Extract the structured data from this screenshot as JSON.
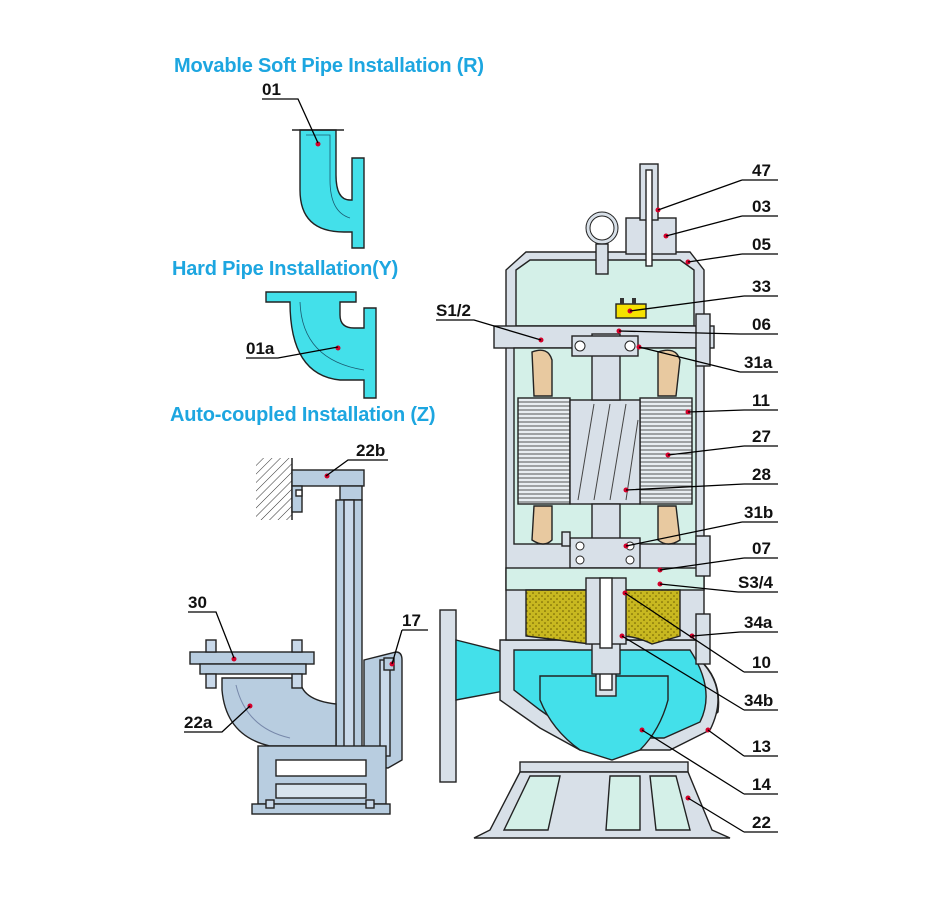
{
  "headings": {
    "movable": "Movable Soft Pipe Installation (R)",
    "hard": "Hard Pipe  Installation(Y)",
    "auto": "Auto-coupled Installation (Z)"
  },
  "colors": {
    "heading": "#1da6e0",
    "water": "#43e0ea",
    "housing": "#d8e0e8",
    "motor_air": "#d4f0e8",
    "winding": "#e8c9a0",
    "oil": "#c8b820",
    "bracket": "#b8cde0",
    "marker": "#d4002a"
  },
  "labels": {
    "l01": "01",
    "l01a": "01a",
    "l22b": "22b",
    "l30": "30",
    "l17": "17",
    "l22a": "22a",
    "l47": "47",
    "l03": "03",
    "l05": "05",
    "l33": "33",
    "lS12": "S1/2",
    "l06": "06",
    "l31a": "31a",
    "l11": "11",
    "l27": "27",
    "l28": "28",
    "l31b": "31b",
    "l07": "07",
    "lS34": "S3/4",
    "l34a": "34a",
    "l10": "10",
    "l34b": "34b",
    "l13": "13",
    "l14": "14",
    "l22": "22"
  }
}
